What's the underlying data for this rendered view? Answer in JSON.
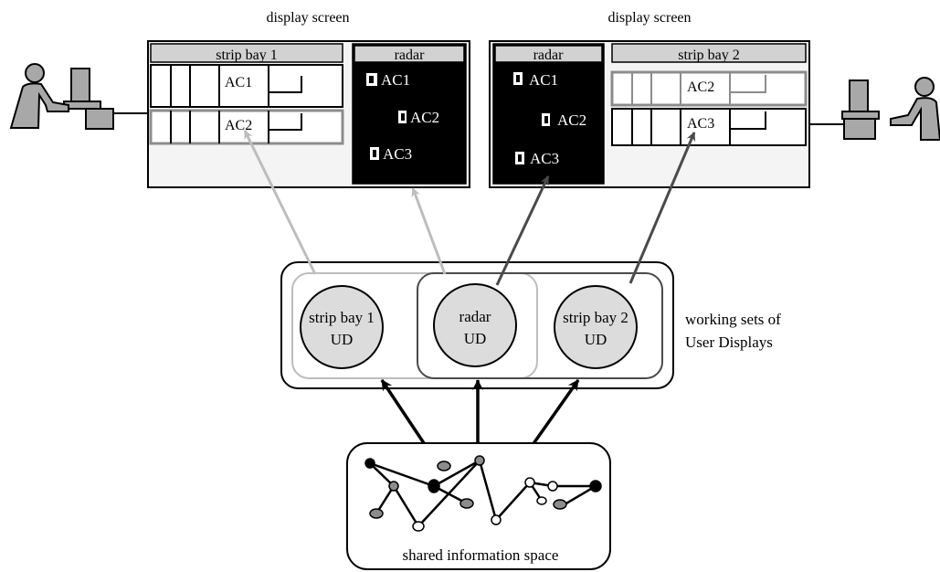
{
  "screens": {
    "left_title": "display screen",
    "right_title": "display screen"
  },
  "left_screen": {
    "strip_bay_header": "strip bay 1",
    "strips": [
      "AC1",
      "AC2"
    ],
    "radar_header": "radar",
    "radar_blips": [
      "AC1",
      "AC2",
      "AC3"
    ]
  },
  "right_screen": {
    "radar_header": "radar",
    "radar_blips": [
      "AC1",
      "AC2",
      "AC3"
    ],
    "strip_bay_header": "strip bay 2",
    "strips": [
      "AC2",
      "AC3"
    ]
  },
  "user_displays": [
    {
      "line1": "strip bay 1",
      "line2": "UD"
    },
    {
      "line1": "radar",
      "line2": "UD"
    },
    {
      "line1": "strip bay 2",
      "line2": "UD"
    }
  ],
  "working_sets_label": {
    "line1": "working sets of",
    "line2": "User Displays"
  },
  "shared_space_label": "shared information space",
  "colors": {
    "screen_fill": "#f4f4f4",
    "radar_fill": "#000000",
    "ud_fill": "#dcdcdc",
    "arrow_light": "#bdbdbd",
    "arrow_dark": "#4a4a4a",
    "person_fill": "#a8a8a8"
  }
}
